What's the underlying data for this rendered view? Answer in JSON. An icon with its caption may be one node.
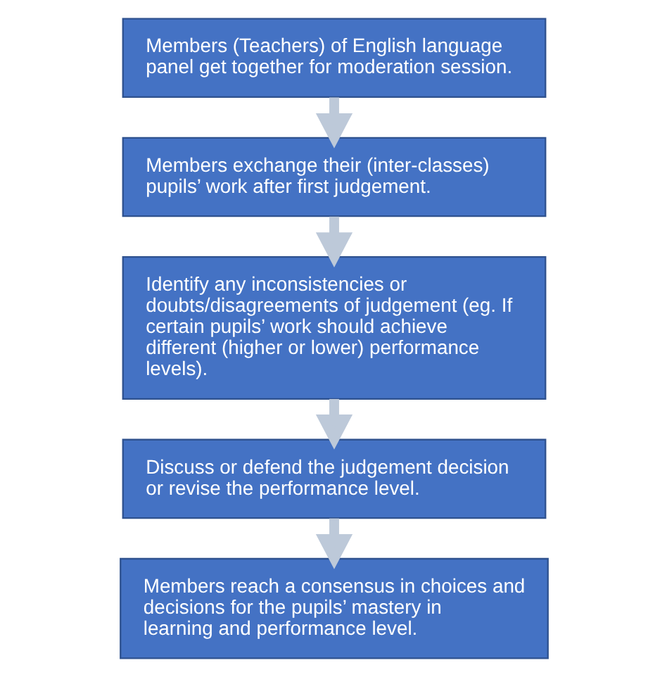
{
  "diagram": {
    "nodes": [
      {
        "text": [
          "Members (Teachers) of English language panel get together for moderation session."
        ]
      },
      {
        "text": [
          "Members exchange their (inter-classes) pupils’ work after first judgement."
        ]
      },
      {
        "text": [
          "Identify any inconsistencies or doubts/disagreements of judgement (eg. If certain pupils’ work should achieve different (higher or lower) performance levels)."
        ]
      },
      {
        "text": [
          "Discuss or defend the judgement decision or revise the performance level."
        ]
      },
      {
        "text": [
          "Members reach a consensus in choices and decisions for the pupils’ mastery in learning and performance level."
        ]
      }
    ],
    "edges": [
      {
        "from": 0,
        "to": 1,
        "arrow": "to"
      },
      {
        "from": 1,
        "to": 2,
        "arrow": "to"
      },
      {
        "from": 2,
        "to": 3,
        "arrow": "to"
      },
      {
        "from": 3,
        "to": 4,
        "arrow": "to"
      }
    ]
  }
}
